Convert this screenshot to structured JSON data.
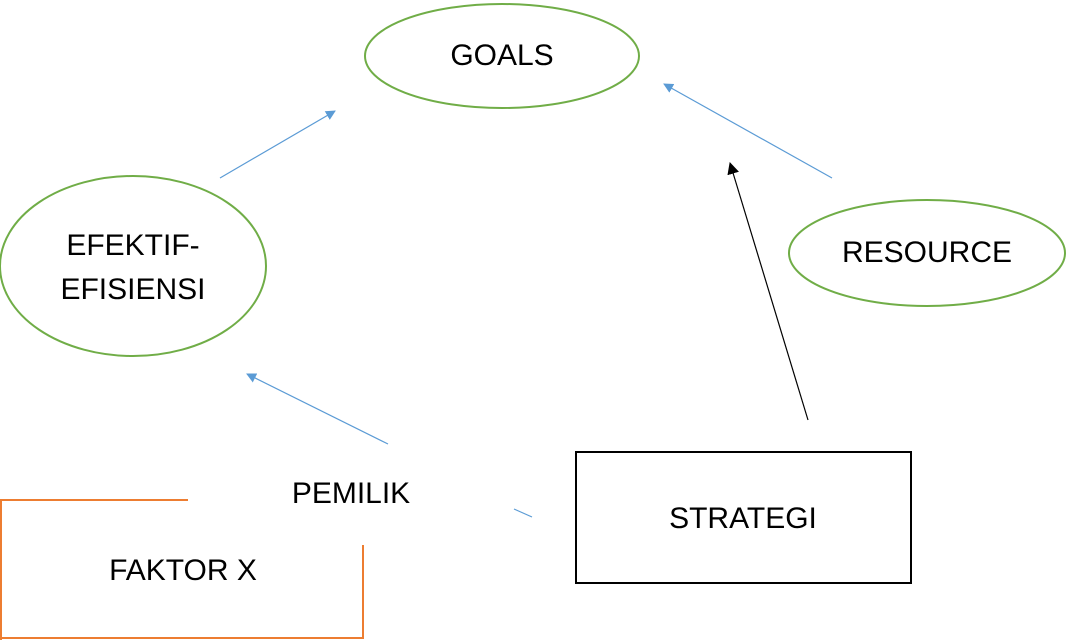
{
  "nodes": {
    "goals": "GOALS",
    "efektif_line1": "EFEKTIF-",
    "efektif_line2": "EFISIENSI",
    "resource": "RESOURCE",
    "pemilik": "PEMILIK",
    "strategi": "STRATEGI",
    "faktor_x": "FAKTOR X"
  },
  "colors": {
    "ellipse_stroke": "#70ad47",
    "arrow_blue": "#5b9bd5",
    "arrow_black": "#000000",
    "box_orange": "#ed7d31",
    "box_black": "#000000",
    "text": "#000000"
  }
}
